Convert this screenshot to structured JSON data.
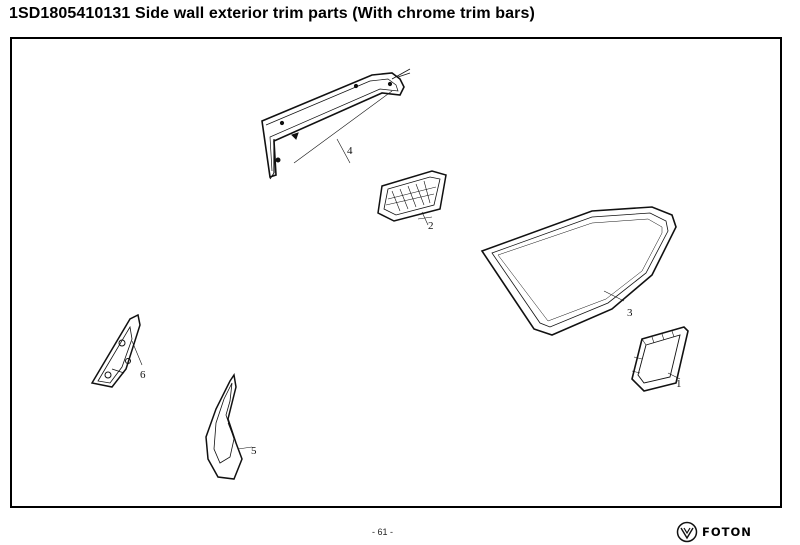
{
  "page": {
    "title": "1SD1805410131 Side wall exterior trim parts (With chrome trim bars)",
    "page_number": "- 61 -"
  },
  "brand": {
    "name": "FOTON",
    "logo_icon": "foton-logo-icon"
  },
  "diagram": {
    "callouts": [
      "1",
      "2",
      "3",
      "4",
      "5",
      "6"
    ],
    "parts": [
      {
        "callout": "1",
        "icon": "small-window-frame"
      },
      {
        "callout": "2",
        "icon": "vent-grille"
      },
      {
        "callout": "3",
        "icon": "quarter-window-glass"
      },
      {
        "callout": "4",
        "icon": "door-window-trim-strip"
      },
      {
        "callout": "5",
        "icon": "pillar-trim-cover"
      },
      {
        "callout": "6",
        "icon": "corner-trim-bracket"
      }
    ]
  }
}
